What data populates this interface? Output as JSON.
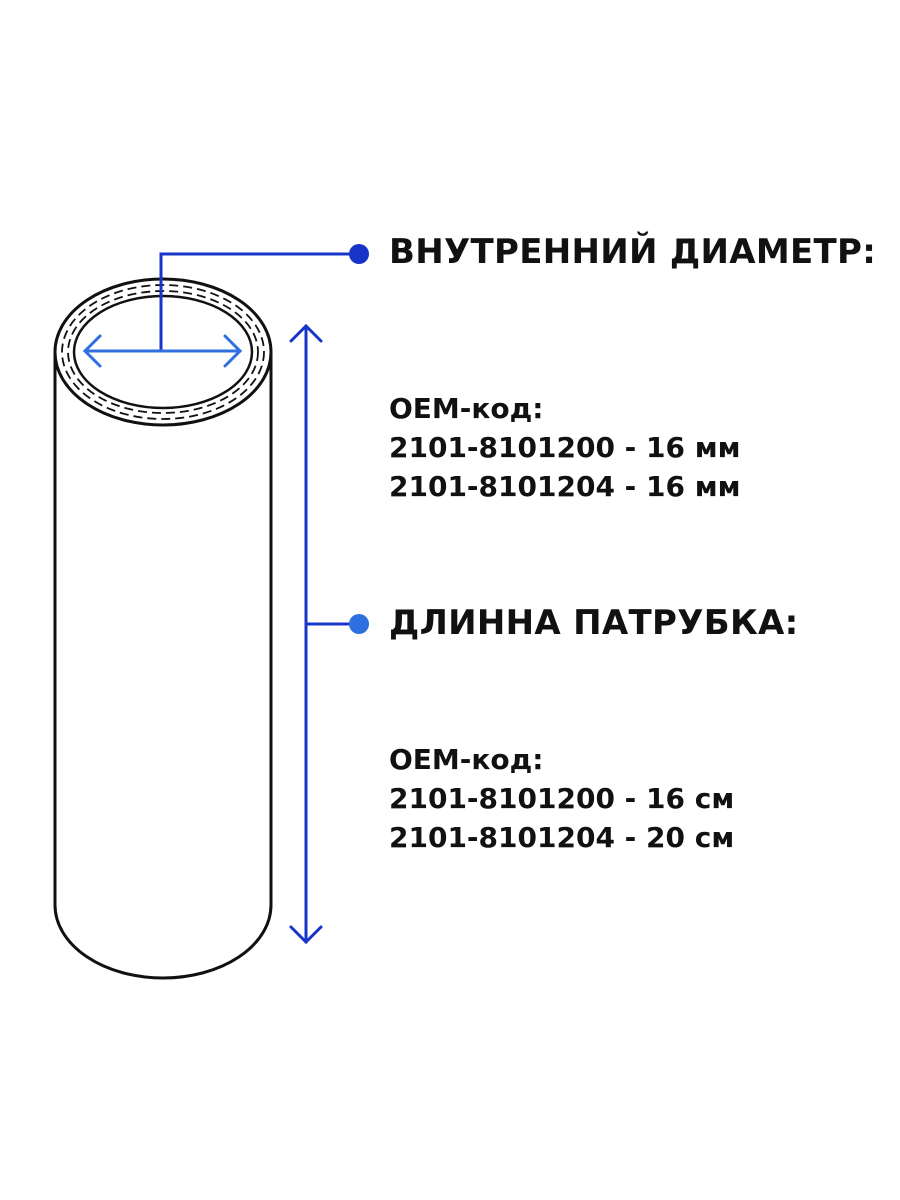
{
  "diameter": {
    "heading": "ВНУТРЕННИЙ ДИАМЕТР:",
    "oem_label": "OEM-код:",
    "lines": [
      "2101-8101200 - 16 мм",
      "2101-8101204 - 16 мм"
    ]
  },
  "length": {
    "heading": "ДЛИННА ПАТРУБКА:",
    "oem_label": "OEM-код:",
    "lines": [
      "2101-8101200 - 16 см",
      "2101-8101204 - 20 см"
    ]
  },
  "colors": {
    "diameter_accent": "#1736c9",
    "length_accent": "#2f6fe0",
    "outline": "#111111",
    "text": "#111111"
  }
}
